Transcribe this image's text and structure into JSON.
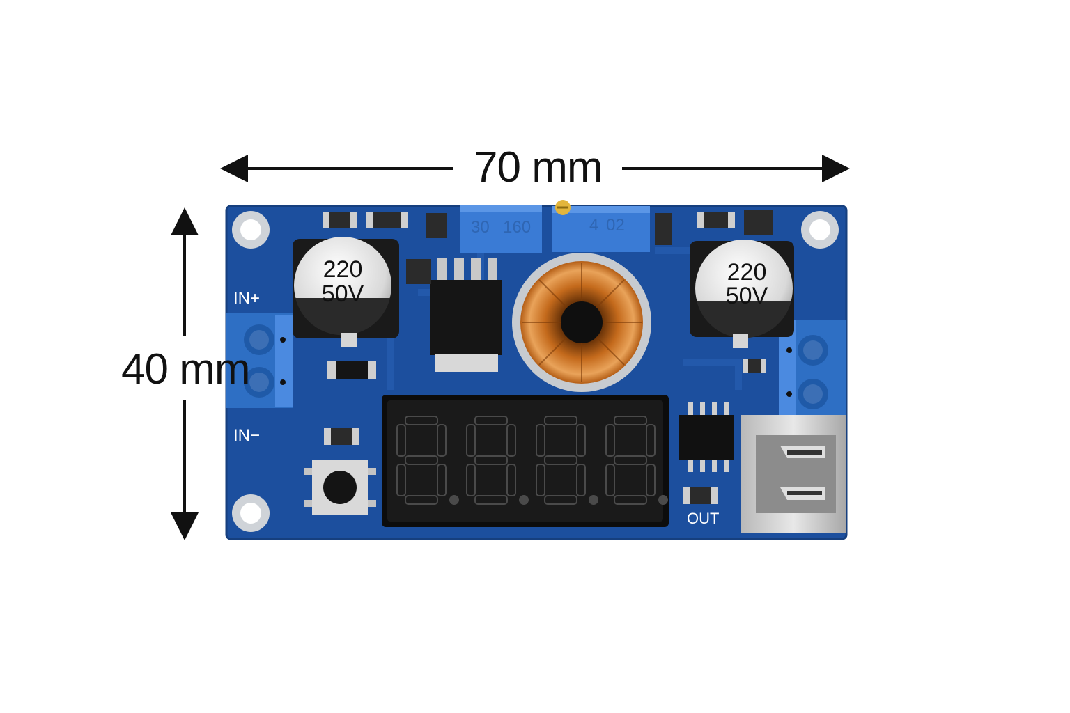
{
  "dimensions": {
    "width_label": "70 mm",
    "height_label": "40 mm"
  },
  "board": {
    "color": "#1c4f9e",
    "input_plus_label": "IN+",
    "input_minus_label": "IN−",
    "output_label": "OUT",
    "capacitor_left": {
      "line1": "220",
      "line2": "50V"
    },
    "capacitor_right": {
      "line1": "220",
      "line2": "50V"
    },
    "potentiometer_left": {
      "line1": "30",
      "line2": "160"
    },
    "potentiometer_right": {
      "line1": "4",
      "line2": "02"
    },
    "display_digits": "8.8.8.8.",
    "terminal_color": "#2e6fc4",
    "potentiometer_color": "#3a7bd5"
  },
  "icons": {
    "width_arrow": "double-arrow-horizontal-icon",
    "height_arrow": "double-arrow-vertical-icon"
  }
}
